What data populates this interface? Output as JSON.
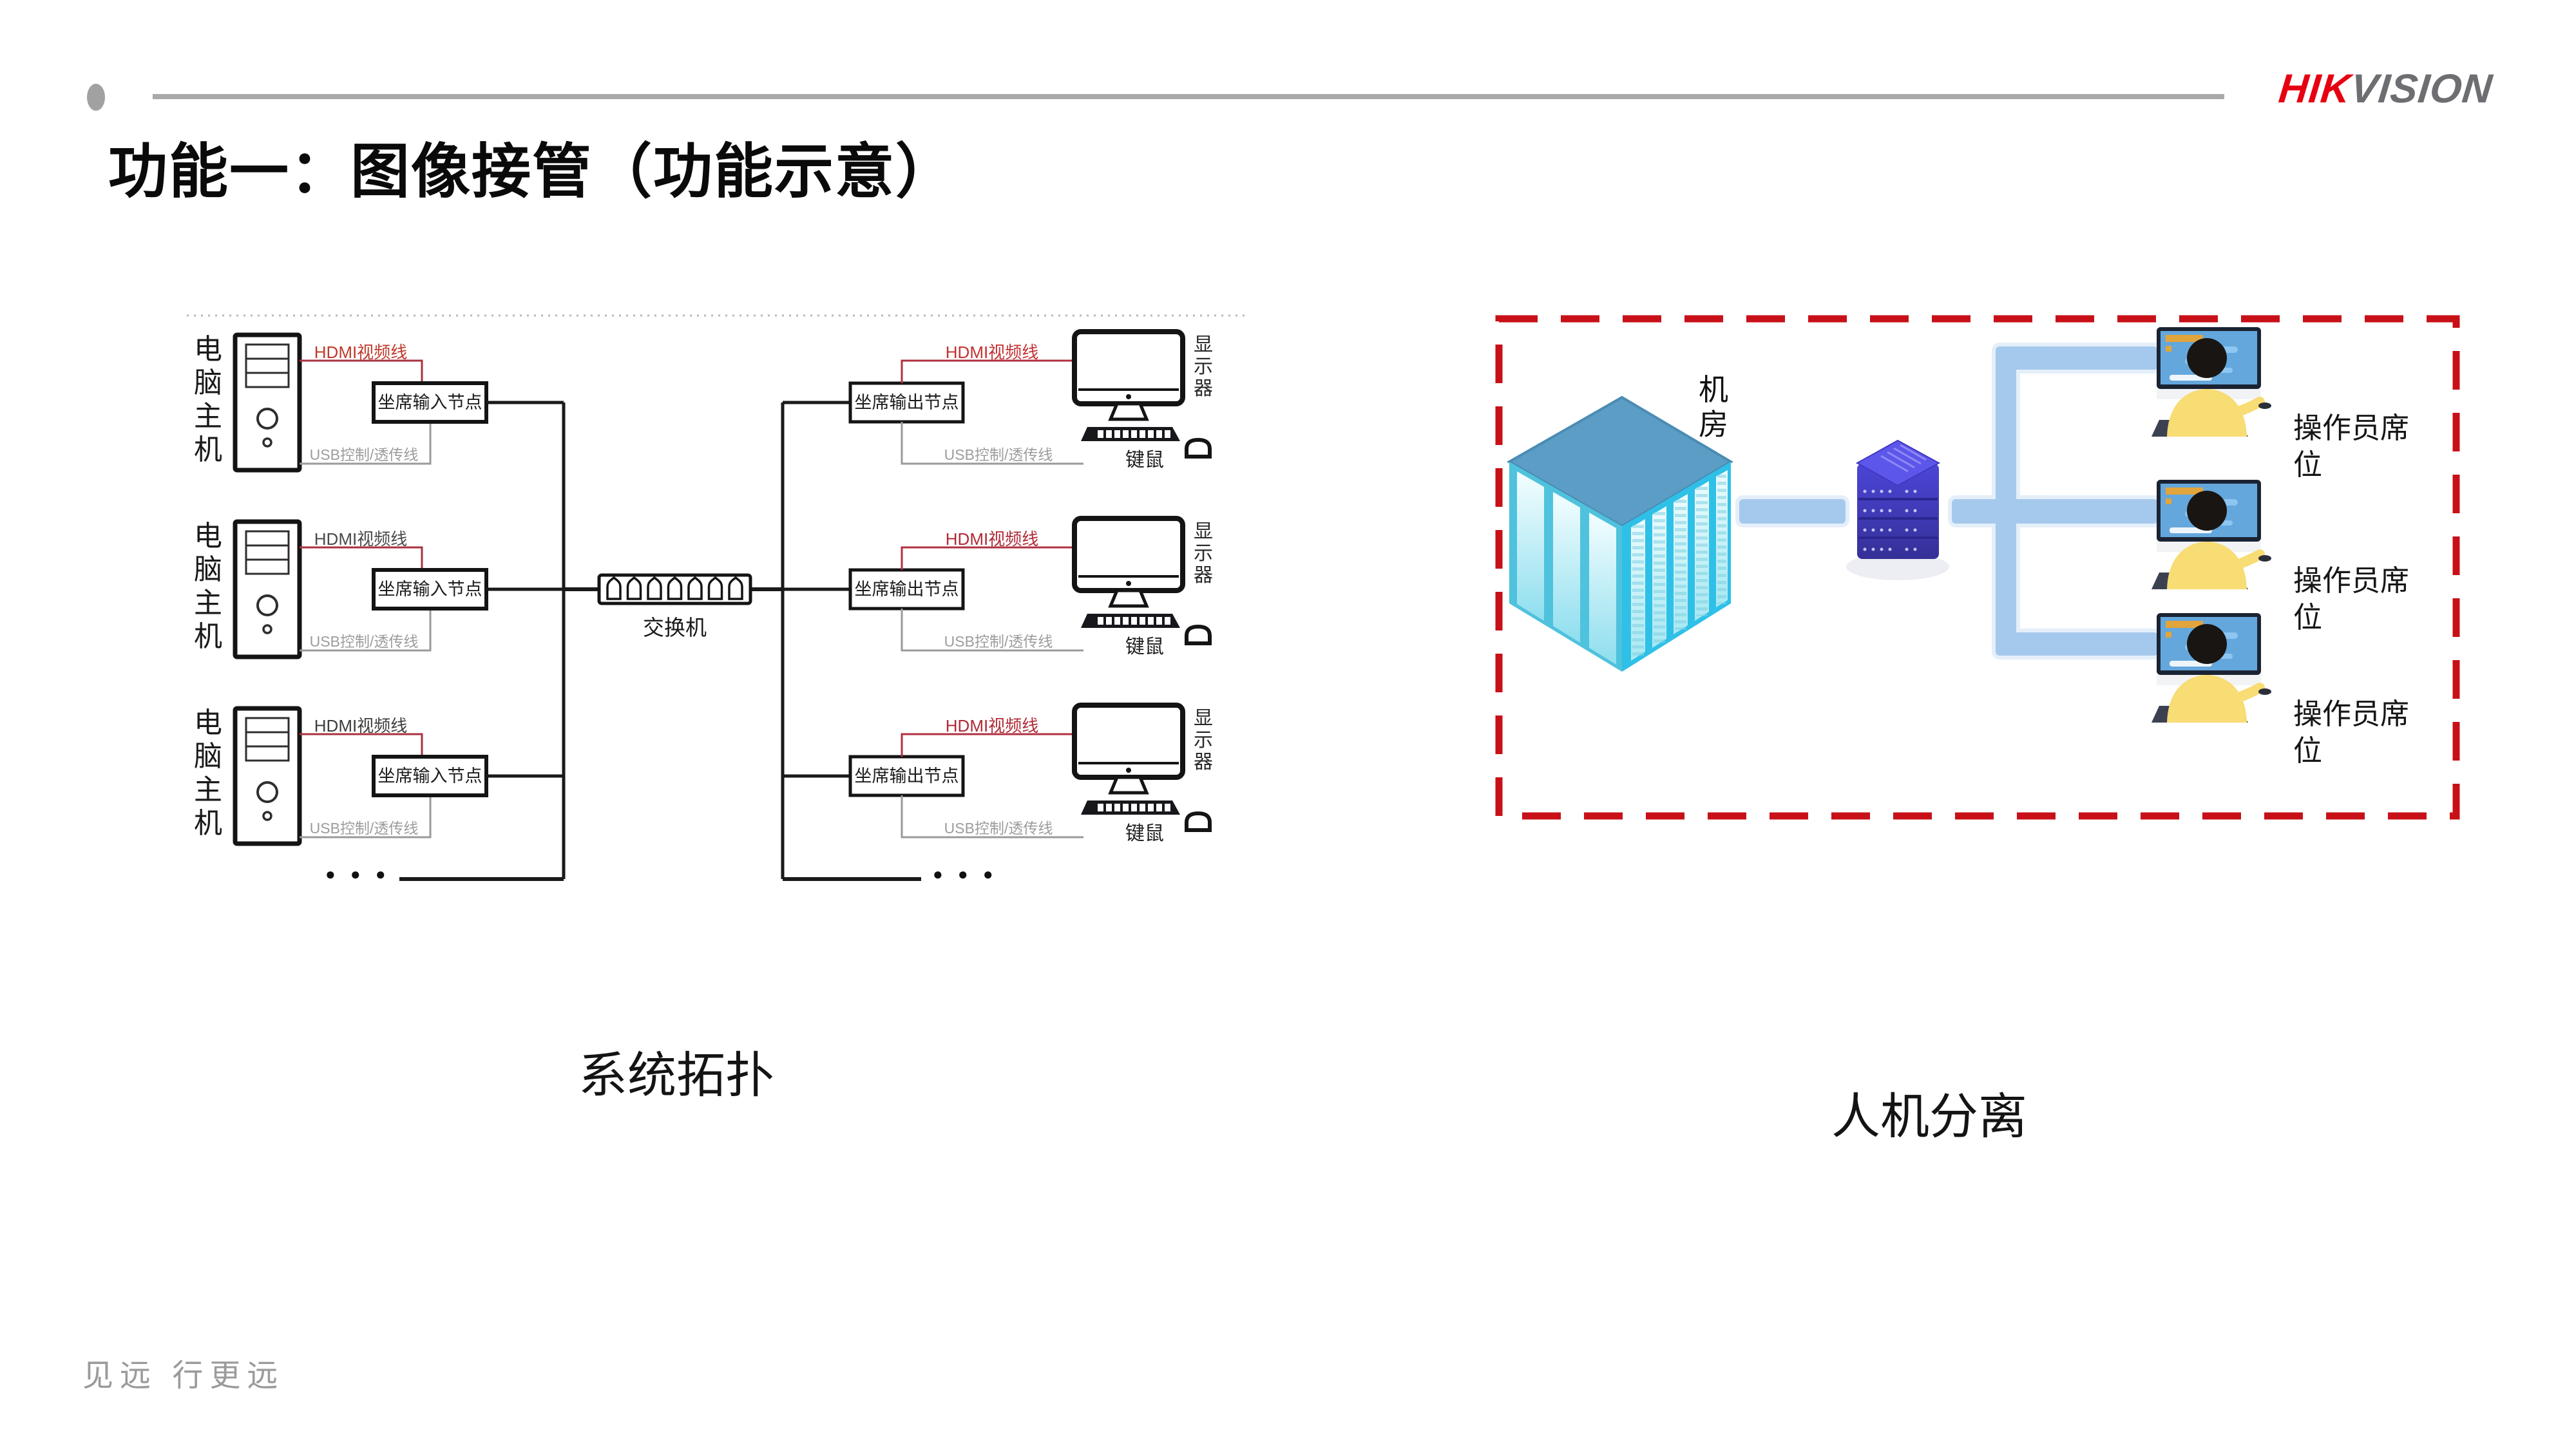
{
  "header": {
    "title": "功能一：图像接管（功能示意）",
    "logo_hik": "HIK",
    "logo_vision": "VISION"
  },
  "topology": {
    "caption": "系统拓扑",
    "host_label": "电脑主机",
    "input_node": "坐席输入节点",
    "output_node": "坐席输出节点",
    "switch_label": "交换机",
    "hdmi_label": "HDMI视频线",
    "usb_label": "USB控制/透传线",
    "monitor_label": "显示器",
    "keyboard_mouse_label": "键鼠",
    "ellipsis": "● ● ●",
    "colors": {
      "hdmi_line": "#a83240",
      "usb_line": "#9a9a9a",
      "network_line": "#1a1a1a",
      "hdmi_label_left": [
        "#c0392b",
        "#4a4a4a",
        "#3d3d3d"
      ],
      "hdmi_label_right": [
        "#c43131",
        "#b02a37",
        "#b02a37"
      ]
    }
  },
  "separation": {
    "caption": "人机分离",
    "room_label": "机房",
    "operator_label": "操作员席位",
    "station_count": 3,
    "colors": {
      "border": "#c81018",
      "link": "#a5c9ec",
      "cabinet": "#2fc0e8",
      "server": "#4a43d6",
      "shirt": "#f8dc74"
    }
  },
  "footer": {
    "slogan": "见远 行更远"
  }
}
